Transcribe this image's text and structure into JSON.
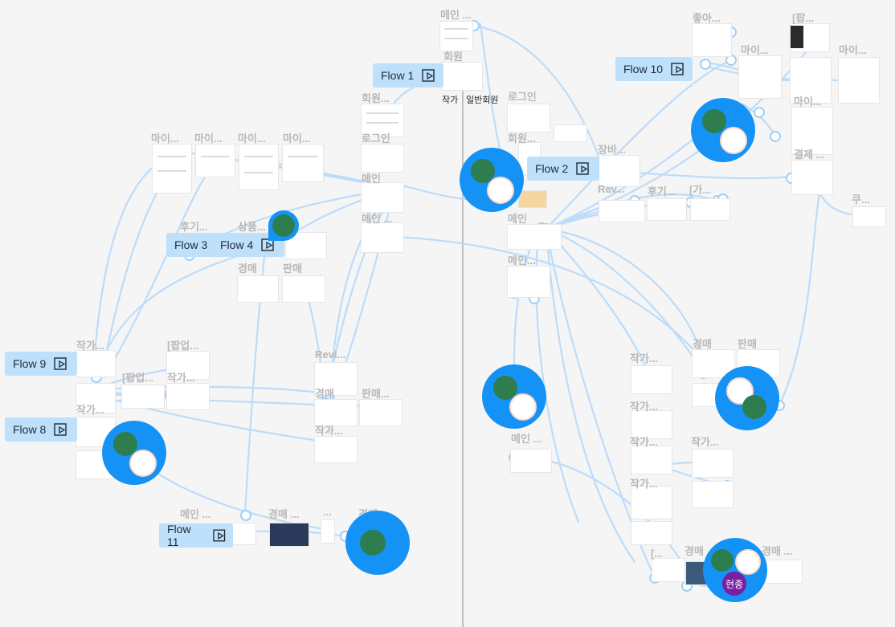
{
  "flows": {
    "flow1": "Flow 1",
    "flow2": "Flow 2",
    "flow3": "Flow 3",
    "flow4": "Flow 4",
    "flow8": "Flow 8",
    "flow9": "Flow 9",
    "flow10": "Flow 10",
    "flow11": "Flow 11"
  },
  "frame_labels": {
    "main_top": "메인 ...",
    "member": "회원",
    "member2": "회원...",
    "login": "로그인",
    "login2": "로그인",
    "mypage1": "마이...",
    "mypage2": "마이...",
    "mypage3": "마이...",
    "mypage4": "마이...",
    "review": "후기...",
    "product": "상품...",
    "auction1": "경매",
    "sell1": "판매",
    "main_mid": "메인",
    "main_mid2": "메인 ...",
    "writer1": "작가...",
    "popup1": "[팝업...",
    "popup2": "[팝업...",
    "writer2": "작가...",
    "writer3": "작가...",
    "revi": "Revi...",
    "auction2": "경매",
    "sell2": "판매...",
    "writer4": "작가...",
    "main_low": "메인 ...",
    "auction3": "경매 ...",
    "dots": "...",
    "auction4": "경매",
    "member_c": "회원...",
    "jangba": "장바...",
    "rev_c": "Rev...",
    "review_c": "후기...",
    "gamun": "[가...",
    "main_c": "메인",
    "main_c2": "메인...",
    "main_c3": "메인 ...",
    "like": "좋아...",
    "popup_r": "[팝...",
    "mypage_r1": "마이...",
    "mypage_r2": "마이...",
    "mypage_r3": "마이...",
    "payment": "결제 ...",
    "coupon": "쿠...",
    "auction_r": "경매",
    "sell_r": "판매",
    "writer_r1": "작가...",
    "writer_r2": "작가...",
    "writer_r3": "작가...",
    "writer_r4": "작가...",
    "writer_r5": "작가...",
    "bracket": "[...",
    "auction_r2": "경매 ...",
    "auction_r3": "경매 ..."
  },
  "section_labels": {
    "writer": "작가",
    "general_member": "일반회원"
  },
  "user_badge": "현종",
  "colors": {
    "canvas": "#f5f5f5",
    "connector": "#bcdcfa",
    "flow_tag": "#bfe0fb",
    "avatar": "#1592f5",
    "badge": "#7b1fa2"
  }
}
